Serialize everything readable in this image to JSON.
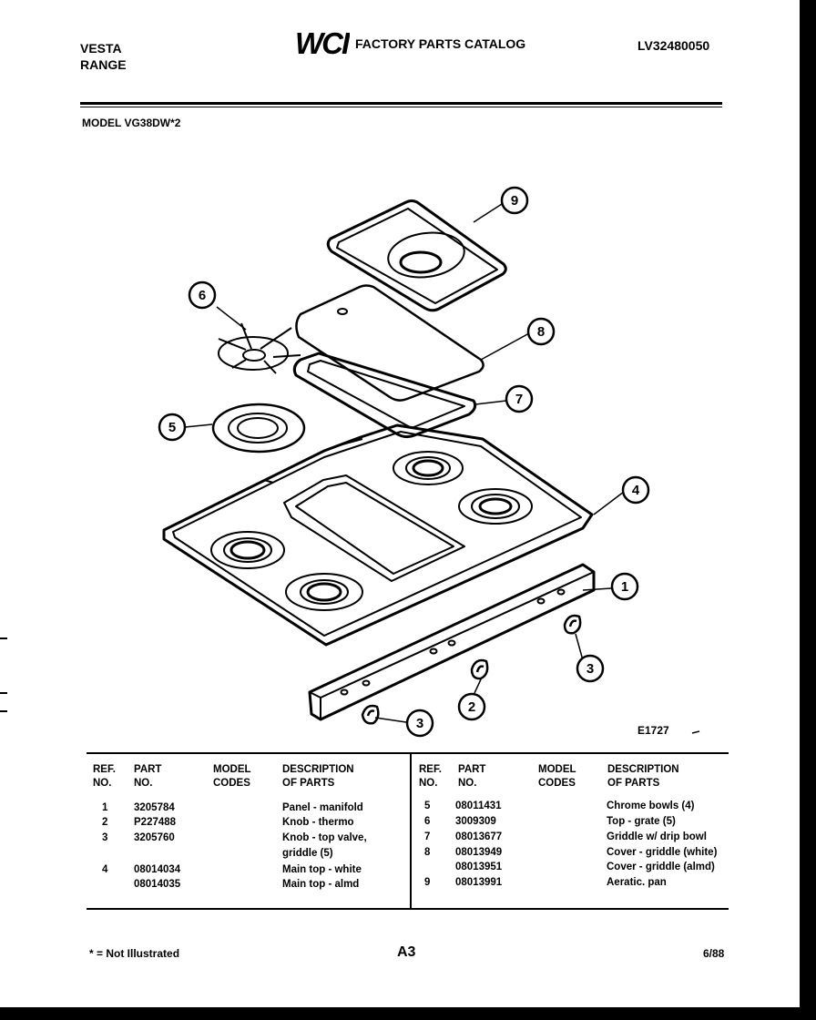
{
  "header": {
    "brand_line1": "VESTA",
    "brand_line2": "RANGE",
    "logo_text": "WCI",
    "catalog_title": "FACTORY PARTS CATALOG",
    "catalog_code": "LV32480050",
    "model": "MODEL VG38DW*2"
  },
  "diagram": {
    "figure_id": "E1727",
    "callouts": [
      "1",
      "2",
      "3",
      "3",
      "4",
      "5",
      "6",
      "7",
      "8",
      "9"
    ]
  },
  "table": {
    "headers": [
      "REF.\nNO.",
      "PART\nNO.",
      "MODEL\nCODES",
      "DESCRIPTION\nOF PARTS"
    ],
    "left_rows": [
      {
        "ref": "1",
        "part": "3205784",
        "codes": "",
        "desc": "Panel - manifold"
      },
      {
        "ref": "2",
        "part": "P227488",
        "codes": "",
        "desc": "Knob - thermo"
      },
      {
        "ref": "3",
        "part": "3205760",
        "codes": "",
        "desc": "Knob - top valve,"
      },
      {
        "ref": "",
        "part": "",
        "codes": "",
        "desc": "griddle (5)"
      },
      {
        "ref": "4",
        "part": "08014034",
        "codes": "",
        "desc": "Main top - white"
      },
      {
        "ref": "",
        "part": "08014035",
        "codes": "",
        "desc": "Main top - almd"
      }
    ],
    "right_rows": [
      {
        "ref": "5",
        "part": "08011431",
        "codes": "",
        "desc": "Chrome bowls (4)"
      },
      {
        "ref": "6",
        "part": "3009309",
        "codes": "",
        "desc": "Top - grate (5)"
      },
      {
        "ref": "7",
        "part": "08013677",
        "codes": "",
        "desc": "Griddle w/ drip bowl"
      },
      {
        "ref": "8",
        "part": "08013949",
        "codes": "",
        "desc": "Cover - griddle (white)"
      },
      {
        "ref": "",
        "part": "08013951",
        "codes": "",
        "desc": "Cover - griddle (almd)"
      },
      {
        "ref": "9",
        "part": "08013991",
        "codes": "",
        "desc": "Aeratic. pan"
      }
    ]
  },
  "footer": {
    "note": "* = Not Illustrated",
    "page": "A3",
    "date": "6/88"
  }
}
